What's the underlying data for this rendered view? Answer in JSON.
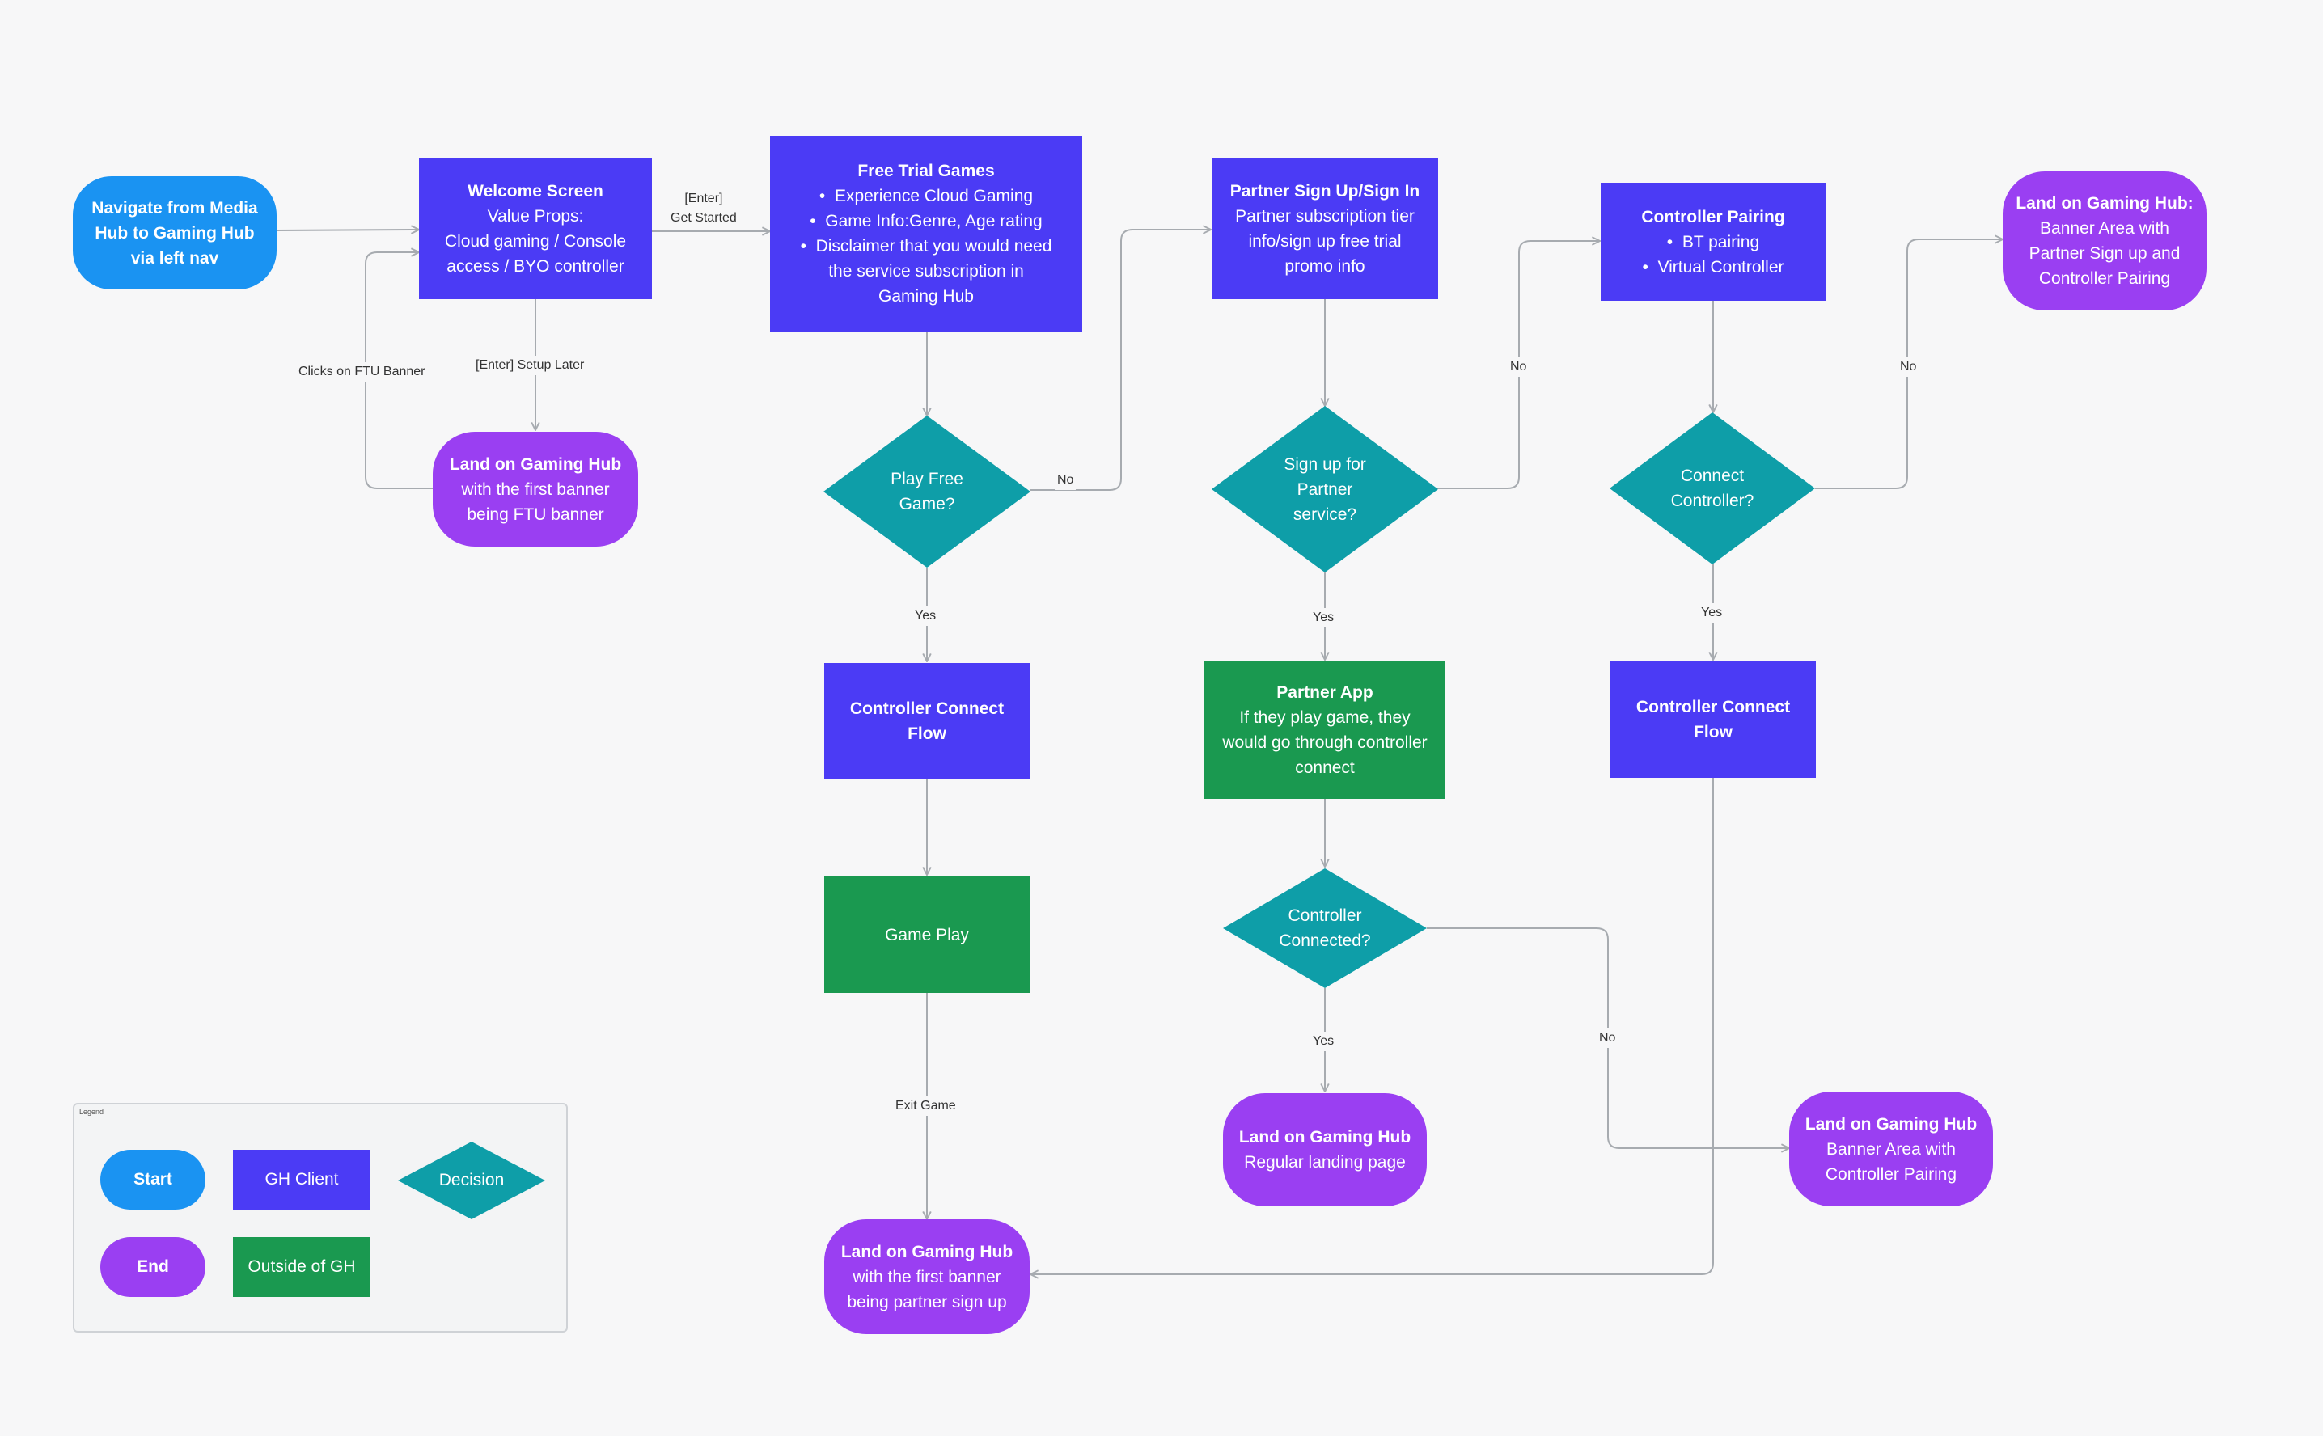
{
  "colors": {
    "start": "#1a93f2",
    "gh_client": "#4b3bf5",
    "end": "#9a3ff2",
    "outside_gh": "#1a9950",
    "decision": "#0e9ea8",
    "connector": "#a7abb0"
  },
  "nodes": {
    "navigate": {
      "lines": [
        "Navigate from Media",
        "Hub to Gaming Hub",
        "via left nav"
      ]
    },
    "welcome": {
      "title": "Welcome Screen",
      "lines": [
        "Value Props:",
        "Cloud gaming / Console",
        "access / BYO controller"
      ]
    },
    "land_ftu": {
      "title": "Land on Gaming Hub",
      "lines": [
        "with the first banner",
        "being FTU banner"
      ]
    },
    "free_trial": {
      "title": "Free Trial Games",
      "bullets": [
        "Experience Cloud Gaming",
        "Game Info:Genre, Age rating",
        "Disclaimer that you would need",
        "the service subscription in",
        "Gaming Hub"
      ]
    },
    "play_free": {
      "lines": [
        "Play Free",
        "Game?"
      ]
    },
    "controller_connect_1": {
      "lines": [
        "Controller Connect",
        "Flow"
      ]
    },
    "game_play": {
      "lines": [
        "Game Play"
      ]
    },
    "land_partner_banner": {
      "title": "Land on Gaming Hub",
      "lines": [
        "with the first banner",
        "being partner sign up"
      ]
    },
    "partner_signup": {
      "title": "Partner Sign Up/Sign In",
      "lines": [
        "Partner subscription tier",
        "info/sign up free trial",
        "promo info"
      ]
    },
    "signup_partner_q": {
      "lines": [
        "Sign up for",
        "Partner",
        "service?"
      ]
    },
    "partner_app": {
      "title": "Partner App",
      "lines": [
        "If they play game, they",
        "would go through controller",
        "connect"
      ]
    },
    "controller_connected_q": {
      "lines": [
        "Controller",
        "Connected?"
      ]
    },
    "land_regular": {
      "title": "Land on Gaming Hub",
      "lines": [
        "Regular landing page"
      ]
    },
    "controller_pairing": {
      "title": "Controller Pairing",
      "bullets": [
        "BT pairing",
        "Virtual Controller"
      ]
    },
    "connect_controller_q": {
      "lines": [
        "Connect",
        "Controller?"
      ]
    },
    "controller_connect_2": {
      "lines": [
        "Controller Connect",
        "Flow"
      ]
    },
    "land_banner_partner_pairing": {
      "title": "Land on Gaming Hub:",
      "lines": [
        "Banner Area with",
        "Partner Sign up and",
        "Controller Pairing"
      ]
    },
    "land_banner_pairing": {
      "title": "Land on Gaming Hub",
      "lines": [
        "Banner Area with",
        "Controller Pairing"
      ]
    }
  },
  "edge_labels": {
    "enter_get_started": [
      "[Enter]",
      "Get Started"
    ],
    "enter_setup_later": "[Enter] Setup Later",
    "clicks_ftu_banner": "Clicks on FTU Banner",
    "no_play": "No",
    "yes_play": "Yes",
    "exit_game": "Exit Game",
    "yes_signup": "Yes",
    "no_signup": "No",
    "yes_connected": "Yes",
    "no_connected": "No",
    "yes_connect": "Yes",
    "no_connect": "No"
  },
  "legend": {
    "title": "Legend",
    "start": "Start",
    "gh_client": "GH Client",
    "decision": "Decision",
    "end": "End",
    "outside_gh": "Outside of GH"
  }
}
